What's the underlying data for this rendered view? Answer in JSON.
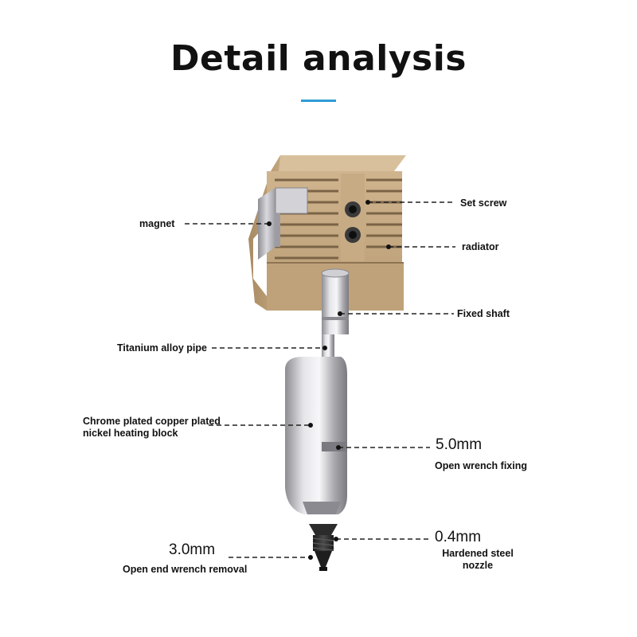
{
  "header": {
    "title": "Detail analysis",
    "accent_color": "#2f9bd6"
  },
  "labels": {
    "magnet": "magnet",
    "set_screw": "Set screw",
    "radiator": "radiator",
    "fixed_shaft": "Fixed shaft",
    "titanium_pipe": "Titanium alloy pipe",
    "heating_block_line1": "Chrome plated copper plated",
    "heating_block_line2": "nickel heating block",
    "wrench_size_5": "5.0mm",
    "open_wrench_fixing": "Open wrench fixing",
    "nozzle_size": "0.4mm",
    "nozzle_line1": "Hardened steel",
    "nozzle_line2": "nozzle",
    "wrench_size_3": "3.0mm",
    "open_end_removal": "Open end wrench removal"
  },
  "colors": {
    "radiator": "#c9ad86",
    "metal": "#b9b9bd",
    "nozzle": "#2a2a2a"
  }
}
